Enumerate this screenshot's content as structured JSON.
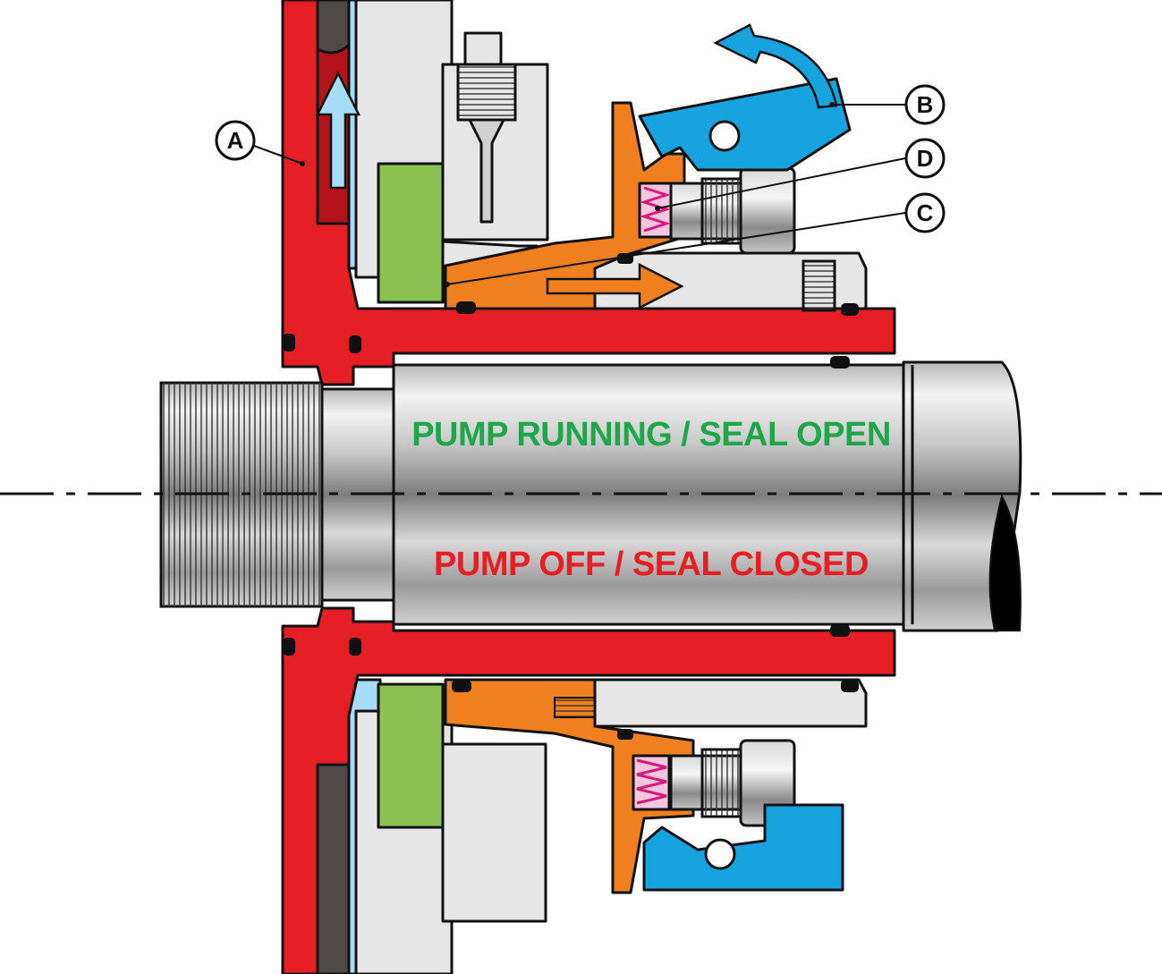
{
  "callouts": [
    {
      "id": "A",
      "label": "A"
    },
    {
      "id": "B",
      "label": "B"
    },
    {
      "id": "C",
      "label": "C"
    },
    {
      "id": "D",
      "label": "D"
    }
  ],
  "shaft_text": {
    "top": "PUMP RUNNING / SEAL OPEN",
    "bottom": "PUMP OFF / SEAL CLOSED"
  },
  "colors": {
    "housing_red": "#e61e25",
    "dark_red": "#b3141b",
    "seal_orange": "#f0801f",
    "lever_blue": "#16a3df",
    "face_green": "#8bc153",
    "spring_magenta": "#d7187f",
    "light_blue": "#a6dcf5",
    "text_green": "#1ea64a",
    "text_red": "#e61e25"
  }
}
